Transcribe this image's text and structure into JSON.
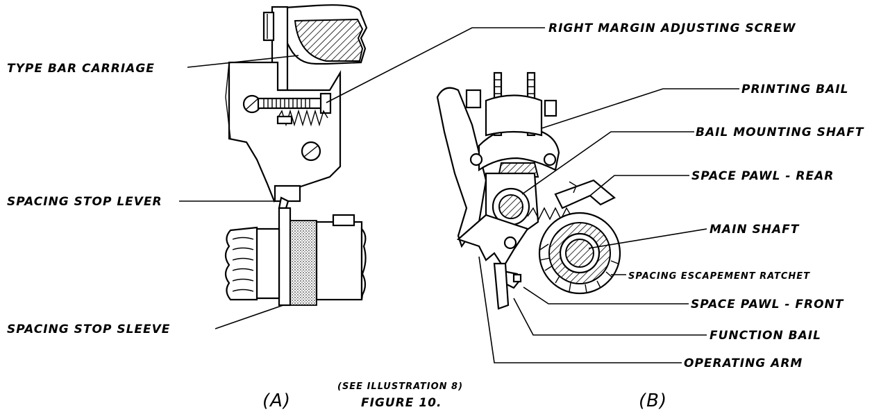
{
  "figure": {
    "title": "FIGURE 10.",
    "note": "(SEE ILLUSTRATION 8)",
    "view_a_label": "(A)",
    "view_b_label": "(B)"
  },
  "labels": {
    "type_bar_carriage": "TYPE BAR CARRIAGE",
    "spacing_stop_lever": "SPACING STOP LEVER",
    "spacing_stop_sleeve": "SPACING STOP SLEEVE",
    "right_margin_adjusting_screw": "RIGHT MARGIN ADJUSTING SCREW",
    "printing_bail": "PRINTING BAIL",
    "bail_mounting_shaft": "BAIL MOUNTING SHAFT",
    "space_pawl_rear": "SPACE PAWL - REAR",
    "main_shaft": "MAIN SHAFT",
    "spacing_escapement_ratchet": "SPACING ESCAPEMENT RATCHET",
    "space_pawl_front": "SPACE PAWL - FRONT",
    "function_bail": "FUNCTION BAIL",
    "operating_arm": "OPERATING ARM"
  }
}
